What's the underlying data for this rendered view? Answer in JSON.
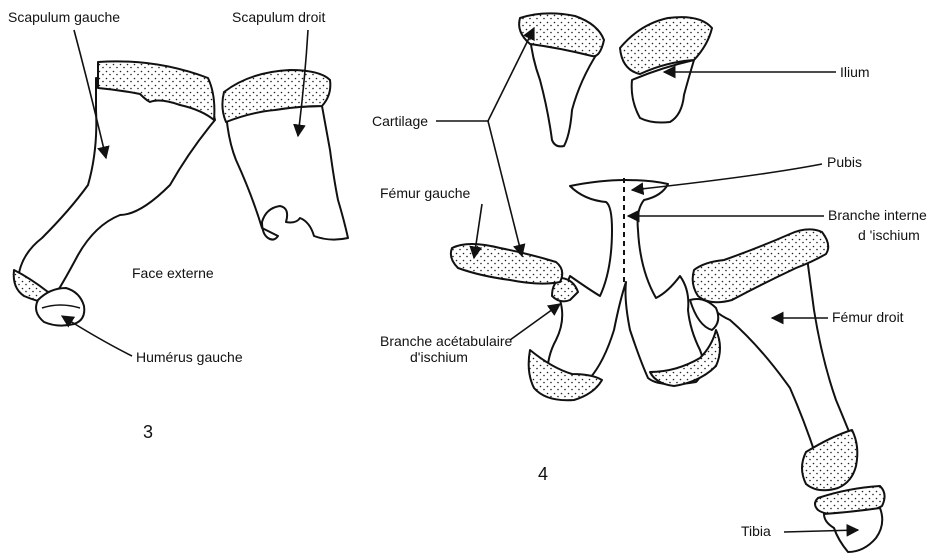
{
  "figure3": {
    "number": "3",
    "labels": {
      "scapulum_gauche": "Scapulum gauche",
      "scapulum_droit": "Scapulum droit",
      "face_externe": "Face   externe",
      "humerus_gauche": "Humérus  gauche"
    }
  },
  "figure4": {
    "number": "4",
    "labels": {
      "cartilage": "Cartilage",
      "ilium": "Ilium",
      "pubis": "Pubis",
      "femur_gauche": "Fémur gauche",
      "branche_interne_1": "Branche interne",
      "branche_interne_2": "d 'ischium",
      "femur_droit": "Fémur droit",
      "branche_acetabulaire_1": "Branche acétabulaire",
      "branche_acetabulaire_2": "d'ischium",
      "tibia": "Tibia"
    }
  },
  "colors": {
    "ink": "#111111",
    "paper": "#ffffff",
    "stipple": "#222222"
  }
}
